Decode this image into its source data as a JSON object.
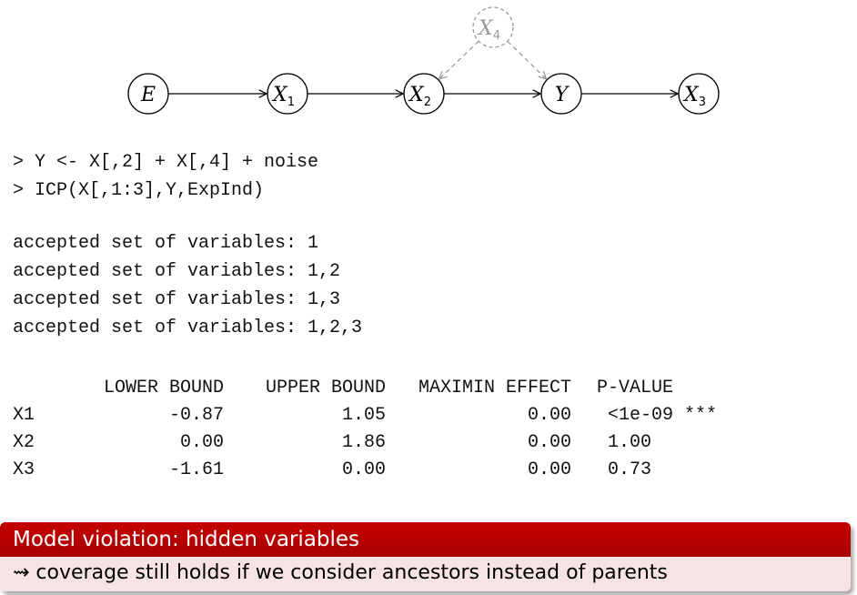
{
  "diagram": {
    "nodes": [
      {
        "id": "E",
        "label": "E",
        "sub": ""
      },
      {
        "id": "X1",
        "label": "X",
        "sub": "1"
      },
      {
        "id": "X2",
        "label": "X",
        "sub": "2"
      },
      {
        "id": "Y",
        "label": "Y",
        "sub": ""
      },
      {
        "id": "X3",
        "label": "X",
        "sub": "3"
      },
      {
        "id": "X4",
        "label": "X",
        "sub": "4",
        "hidden": true
      }
    ],
    "edges": [
      {
        "from": "E",
        "to": "X1"
      },
      {
        "from": "X1",
        "to": "X2"
      },
      {
        "from": "X2",
        "to": "Y"
      },
      {
        "from": "Y",
        "to": "X3"
      },
      {
        "from": "X4",
        "to": "X2",
        "hidden": true
      },
      {
        "from": "X4",
        "to": "Y",
        "hidden": true
      }
    ],
    "hidden_color": "#9a9a9a"
  },
  "console": {
    "commands": [
      "> Y <- X[,2] + X[,4] + noise",
      "> ICP(X[,1:3],Y,ExpInd)"
    ],
    "accepted": [
      "accepted set of variables: 1",
      "accepted set of variables: 1,2",
      "accepted set of variables: 1,3",
      "accepted set of variables: 1,2,3"
    ]
  },
  "results": {
    "headers": [
      "",
      "LOWER BOUND",
      "UPPER BOUND",
      "MAXIMIN EFFECT",
      "P-VALUE"
    ],
    "rows": [
      [
        "X1",
        "-0.87",
        "1.05",
        "0.00",
        "<1e-09 ***"
      ],
      [
        "X2",
        "0.00",
        "1.86",
        "0.00",
        "1.00"
      ],
      [
        "X3",
        "-1.61",
        "0.00",
        "0.00",
        "0.73"
      ]
    ]
  },
  "block": {
    "title": "Model violation: hidden variables",
    "body": "⇝ coverage still holds if we consider ancestors instead of parents",
    "title_color": "#b50000",
    "body_color": "#f7e3e3"
  }
}
